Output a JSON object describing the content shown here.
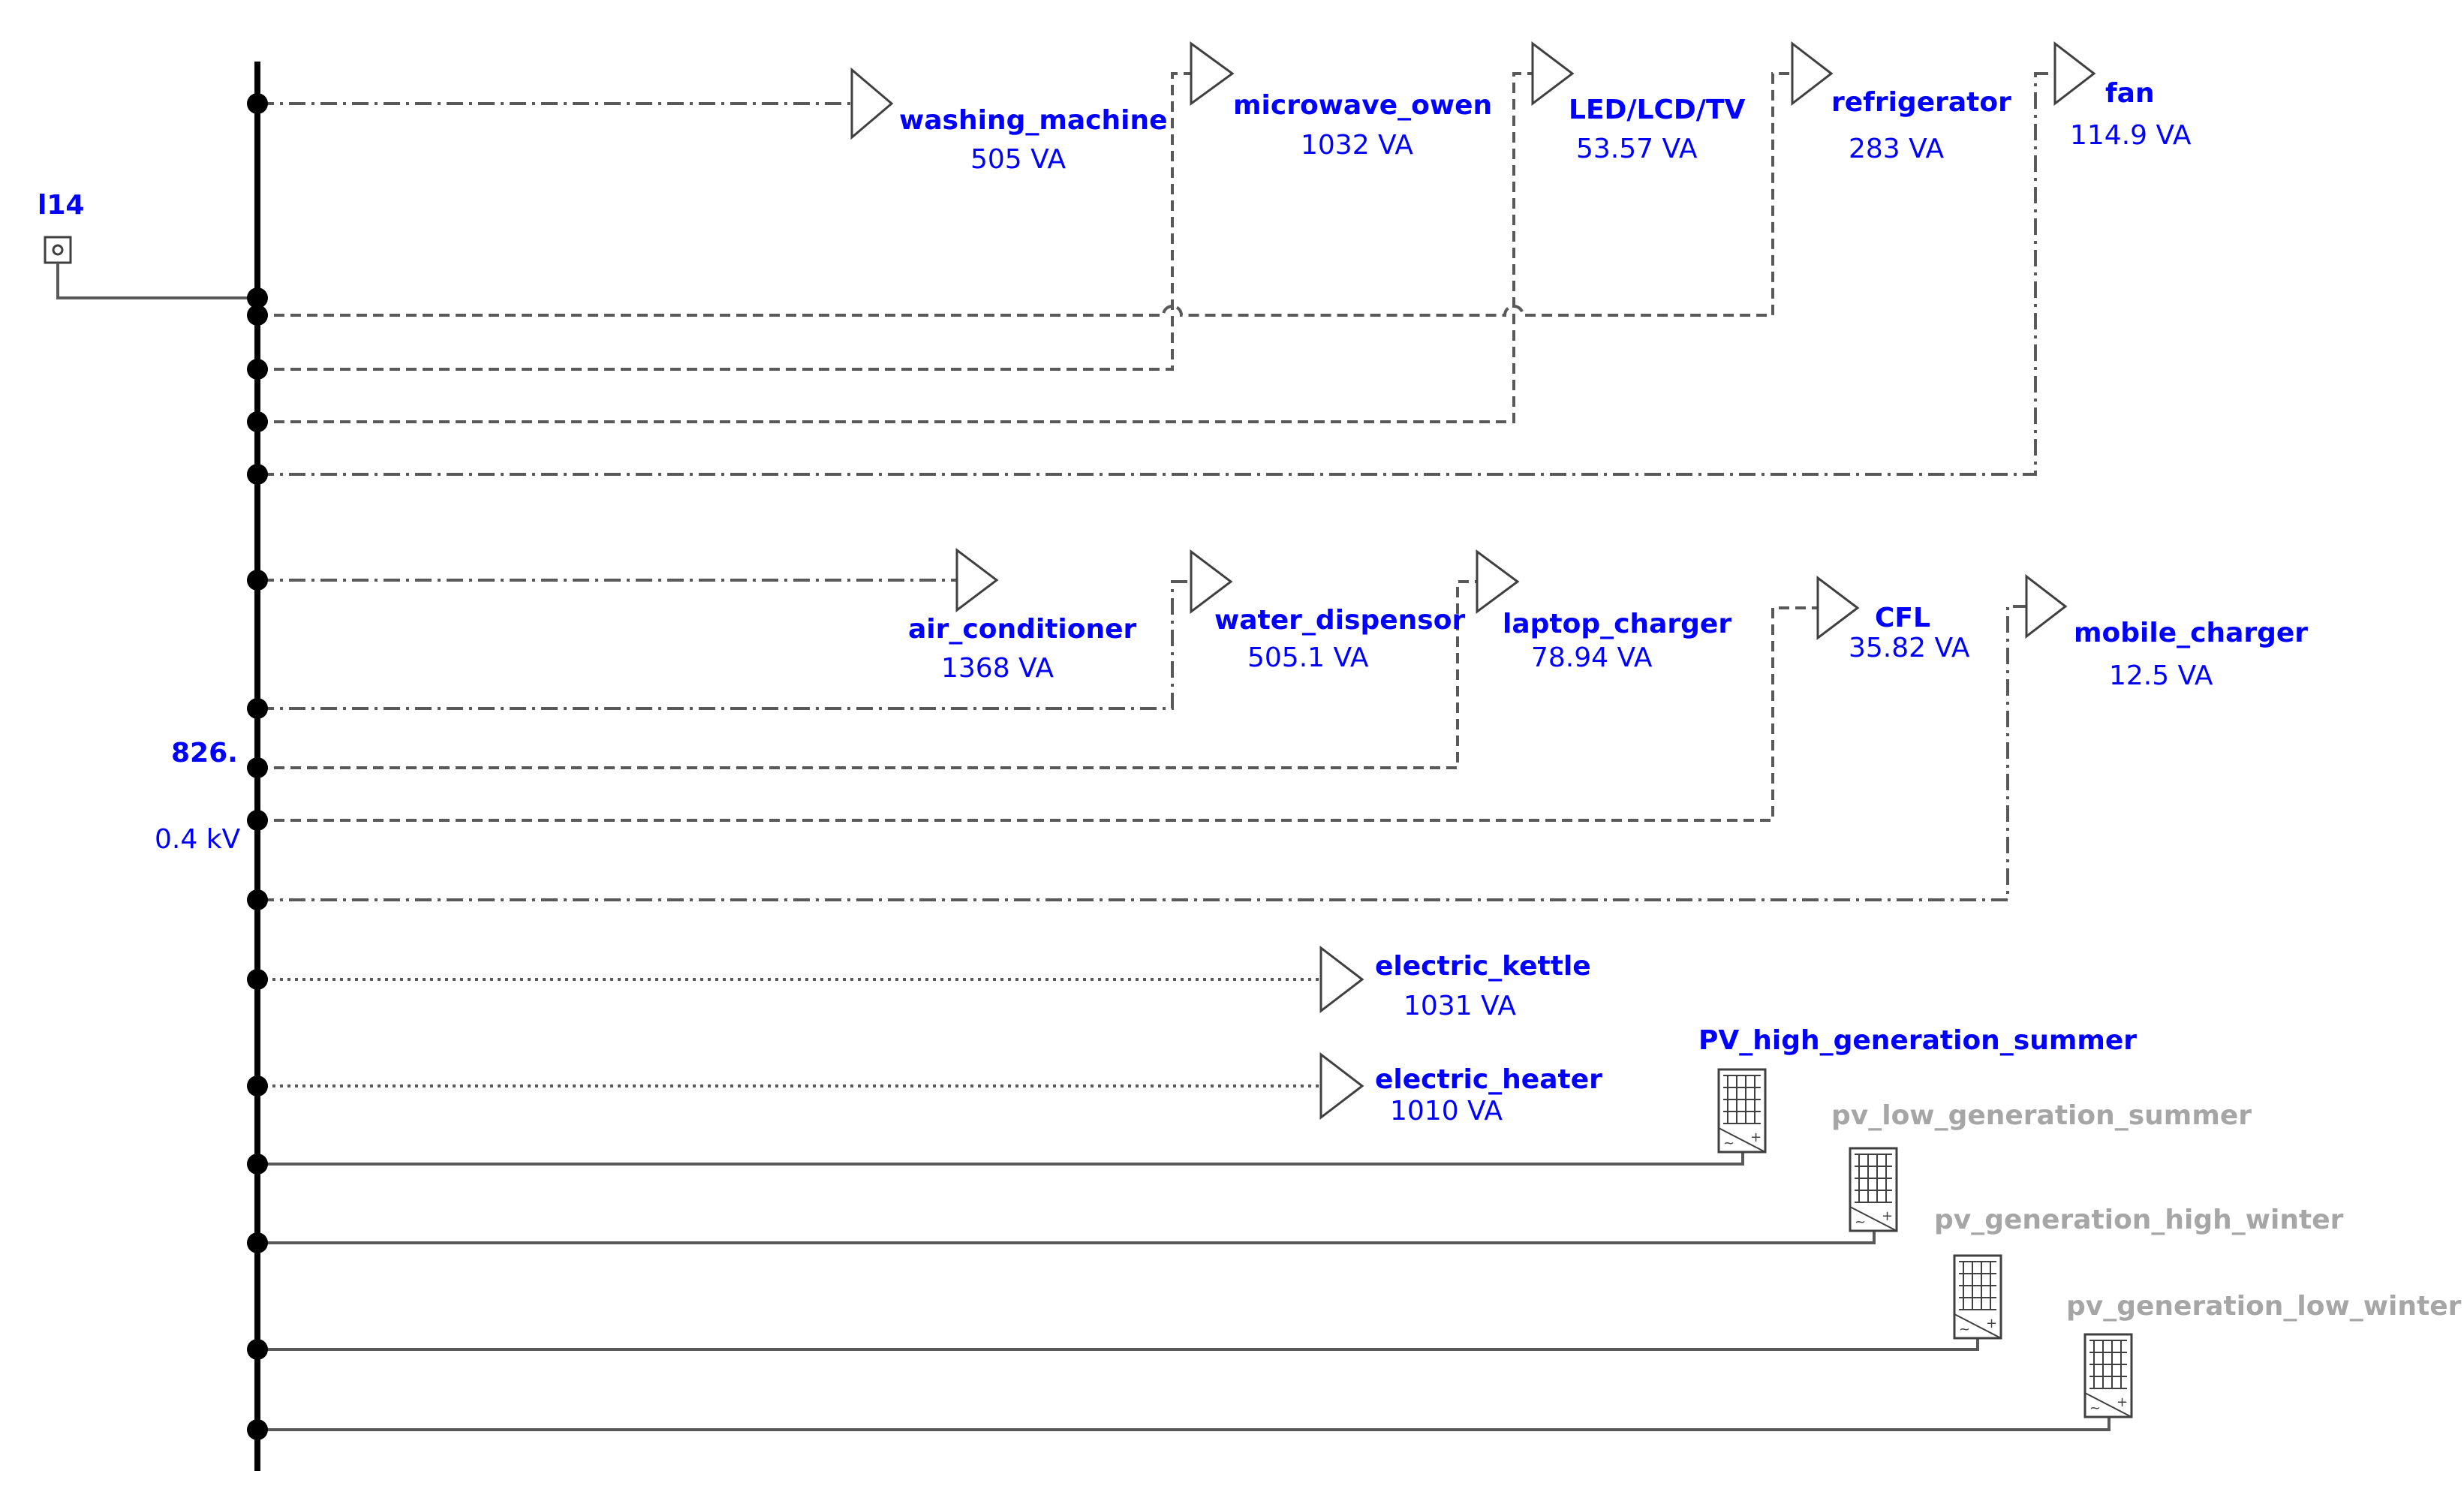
{
  "busbar": {
    "name": "826.",
    "voltage": "0.4 kV"
  },
  "grid_source": {
    "name": "l14"
  },
  "loads": [
    {
      "key": "washing_machine",
      "name": "washing_machine",
      "value": "505 VA"
    },
    {
      "key": "microwave_owen",
      "name": "microwave_owen",
      "value": "1032 VA"
    },
    {
      "key": "led_lcd_tv",
      "name": "LED/LCD/TV",
      "value": "53.57 VA"
    },
    {
      "key": "refrigerator",
      "name": "refrigerator",
      "value": "283 VA"
    },
    {
      "key": "fan",
      "name": "fan",
      "value": "114.9 VA"
    },
    {
      "key": "air_conditioner",
      "name": "air_conditioner",
      "value": "1368 VA"
    },
    {
      "key": "water_dispensor",
      "name": "water_dispensor",
      "value": "505.1 VA"
    },
    {
      "key": "laptop_charger",
      "name": "laptop_charger",
      "value": "78.94 VA"
    },
    {
      "key": "cfl",
      "name": "CFL",
      "value": "35.82 VA"
    },
    {
      "key": "mobile_charger",
      "name": "mobile_charger",
      "value": "12.5 VA"
    },
    {
      "key": "electric_kettle",
      "name": "electric_kettle",
      "value": "1031 VA"
    },
    {
      "key": "electric_heater",
      "name": "electric_heater",
      "value": "1010 VA"
    }
  ],
  "pv_generators": [
    {
      "key": "pv_high_generation_summer",
      "name": "PV_high_generation_summer",
      "active": true
    },
    {
      "key": "pv_low_generation_summer",
      "name": "pv_low_generation_summer",
      "active": false
    },
    {
      "key": "pv_generation_high_winter",
      "name": "pv_generation_high_winter",
      "active": false
    },
    {
      "key": "pv_generation_low_winter",
      "name": "pv_generation_low_winter",
      "active": false
    }
  ],
  "colors": {
    "label": "#0000ff",
    "inactive_label": "#a6a6a6",
    "wire": "#595959",
    "bus": "#000000"
  }
}
